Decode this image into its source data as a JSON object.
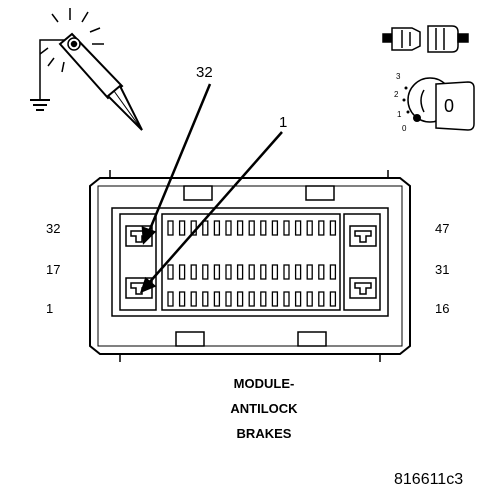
{
  "callouts": {
    "pin_32": "32",
    "pin_1": "1"
  },
  "pin_labels": {
    "left_top": "32",
    "left_mid": "17",
    "left_bottom": "1",
    "right_top": "47",
    "right_mid": "31",
    "right_bottom": "16"
  },
  "ignition": {
    "positions": [
      "3",
      "2",
      "1",
      "0"
    ],
    "key_label": "0"
  },
  "caption": {
    "line1": "MODULE-",
    "line2": "ANTILOCK",
    "line3": "BRAKES"
  },
  "figure_code": "816611c3",
  "icons": [
    "test-light-probe-icon",
    "ground-symbol-icon",
    "connector-disconnected-icon",
    "ignition-key-off-icon"
  ]
}
